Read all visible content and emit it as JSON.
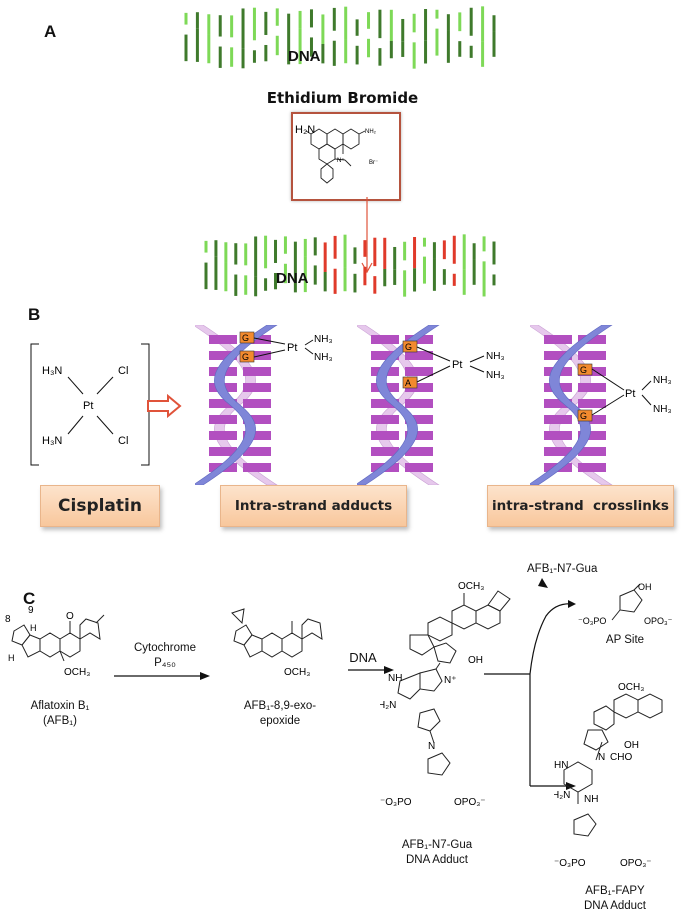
{
  "panelA": {
    "letter": "A",
    "dna_top_label": "DNA",
    "compound_title": "Ethidium Bromide",
    "dna_bottom_label": "DNA",
    "compound": {
      "nh2_left": "H₂N",
      "nh2_right": "NH₂",
      "n_plus": "N⁺",
      "br": "Br⁻"
    }
  },
  "panelB": {
    "letter": "B",
    "cisplatin_atoms": {
      "h3n_top": "H₃N",
      "cl_top": "Cl",
      "pt": "Pt",
      "h3n_bottom": "H₃N",
      "cl_bottom": "Cl"
    },
    "adduct1": {
      "bases": [
        "G",
        "G"
      ],
      "pt": "Pt",
      "ligands": [
        "NH₃",
        "NH₃"
      ]
    },
    "adduct2": {
      "bases": [
        "G",
        "A"
      ],
      "pt": "Pt",
      "ligands": [
        "NH₃",
        "NH₃"
      ]
    },
    "adduct3": {
      "bases": [
        "G",
        "G"
      ],
      "pt": "Pt",
      "ligands": [
        "NH₃",
        "NH₃"
      ]
    },
    "labels": {
      "cisplatin": "Cisplatin",
      "intra_adducts": "Intra-strand adducts",
      "crosslinks": "intra-strand  crosslinks"
    }
  },
  "panelC": {
    "letter": "C",
    "afb1": {
      "name": "Aflatoxin B₁",
      "abbr": "(AFB₁)",
      "atom8": "8",
      "atom9": "9",
      "h": "H",
      "och3": "OCH₃",
      "o": "O"
    },
    "step1": {
      "line1": "Cytochrome",
      "line2": "P₄₅₀"
    },
    "epoxide": {
      "line1": "AFB₁-8,9-exo-",
      "line2": "epoxide",
      "och3": "OCH₃"
    },
    "step2": "DNA",
    "adduct": {
      "line1": "AFB₁-N7-Gua",
      "line2": "DNA Adduct",
      "labels": {
        "och3": "OCH₃",
        "oh": "OH",
        "n_plus": "N⁺",
        "nh": "NH",
        "h2n": "H₂N",
        "n": "N",
        "phosphate_l": "⁻O₃PO",
        "phosphate_r": "OPO₃⁻"
      }
    },
    "depurination": {
      "released": "AFB₁-N7-Gua",
      "site": "AP Site",
      "oh": "OH",
      "phosphate_l": "⁻O₃PO",
      "phosphate_r": "OPO₃⁻"
    },
    "fapy": {
      "line1": "AFB₁-FAPY",
      "line2": "DNA Adduct",
      "labels": {
        "och3": "OCH₃",
        "oh": "OH",
        "n": "N",
        "cho": "CHO",
        "hn": "HN",
        "h2n": "H₂N",
        "nh": "NH",
        "phosphate_l": "⁻O₃PO",
        "phosphate_r": "OPO₃⁻"
      }
    }
  },
  "colors": {
    "arrow_red": "#e0533a",
    "base_purple": "#b24fc0",
    "backbone_blue": "#7f86d8",
    "backbone_pink": "#e6c8ec",
    "base_orange": "#f28a2e",
    "green_light": "#7ed957",
    "green_dark": "#3f7a2c",
    "dark_line": "#4b3b2a",
    "intercalated": "#e03a2a"
  }
}
